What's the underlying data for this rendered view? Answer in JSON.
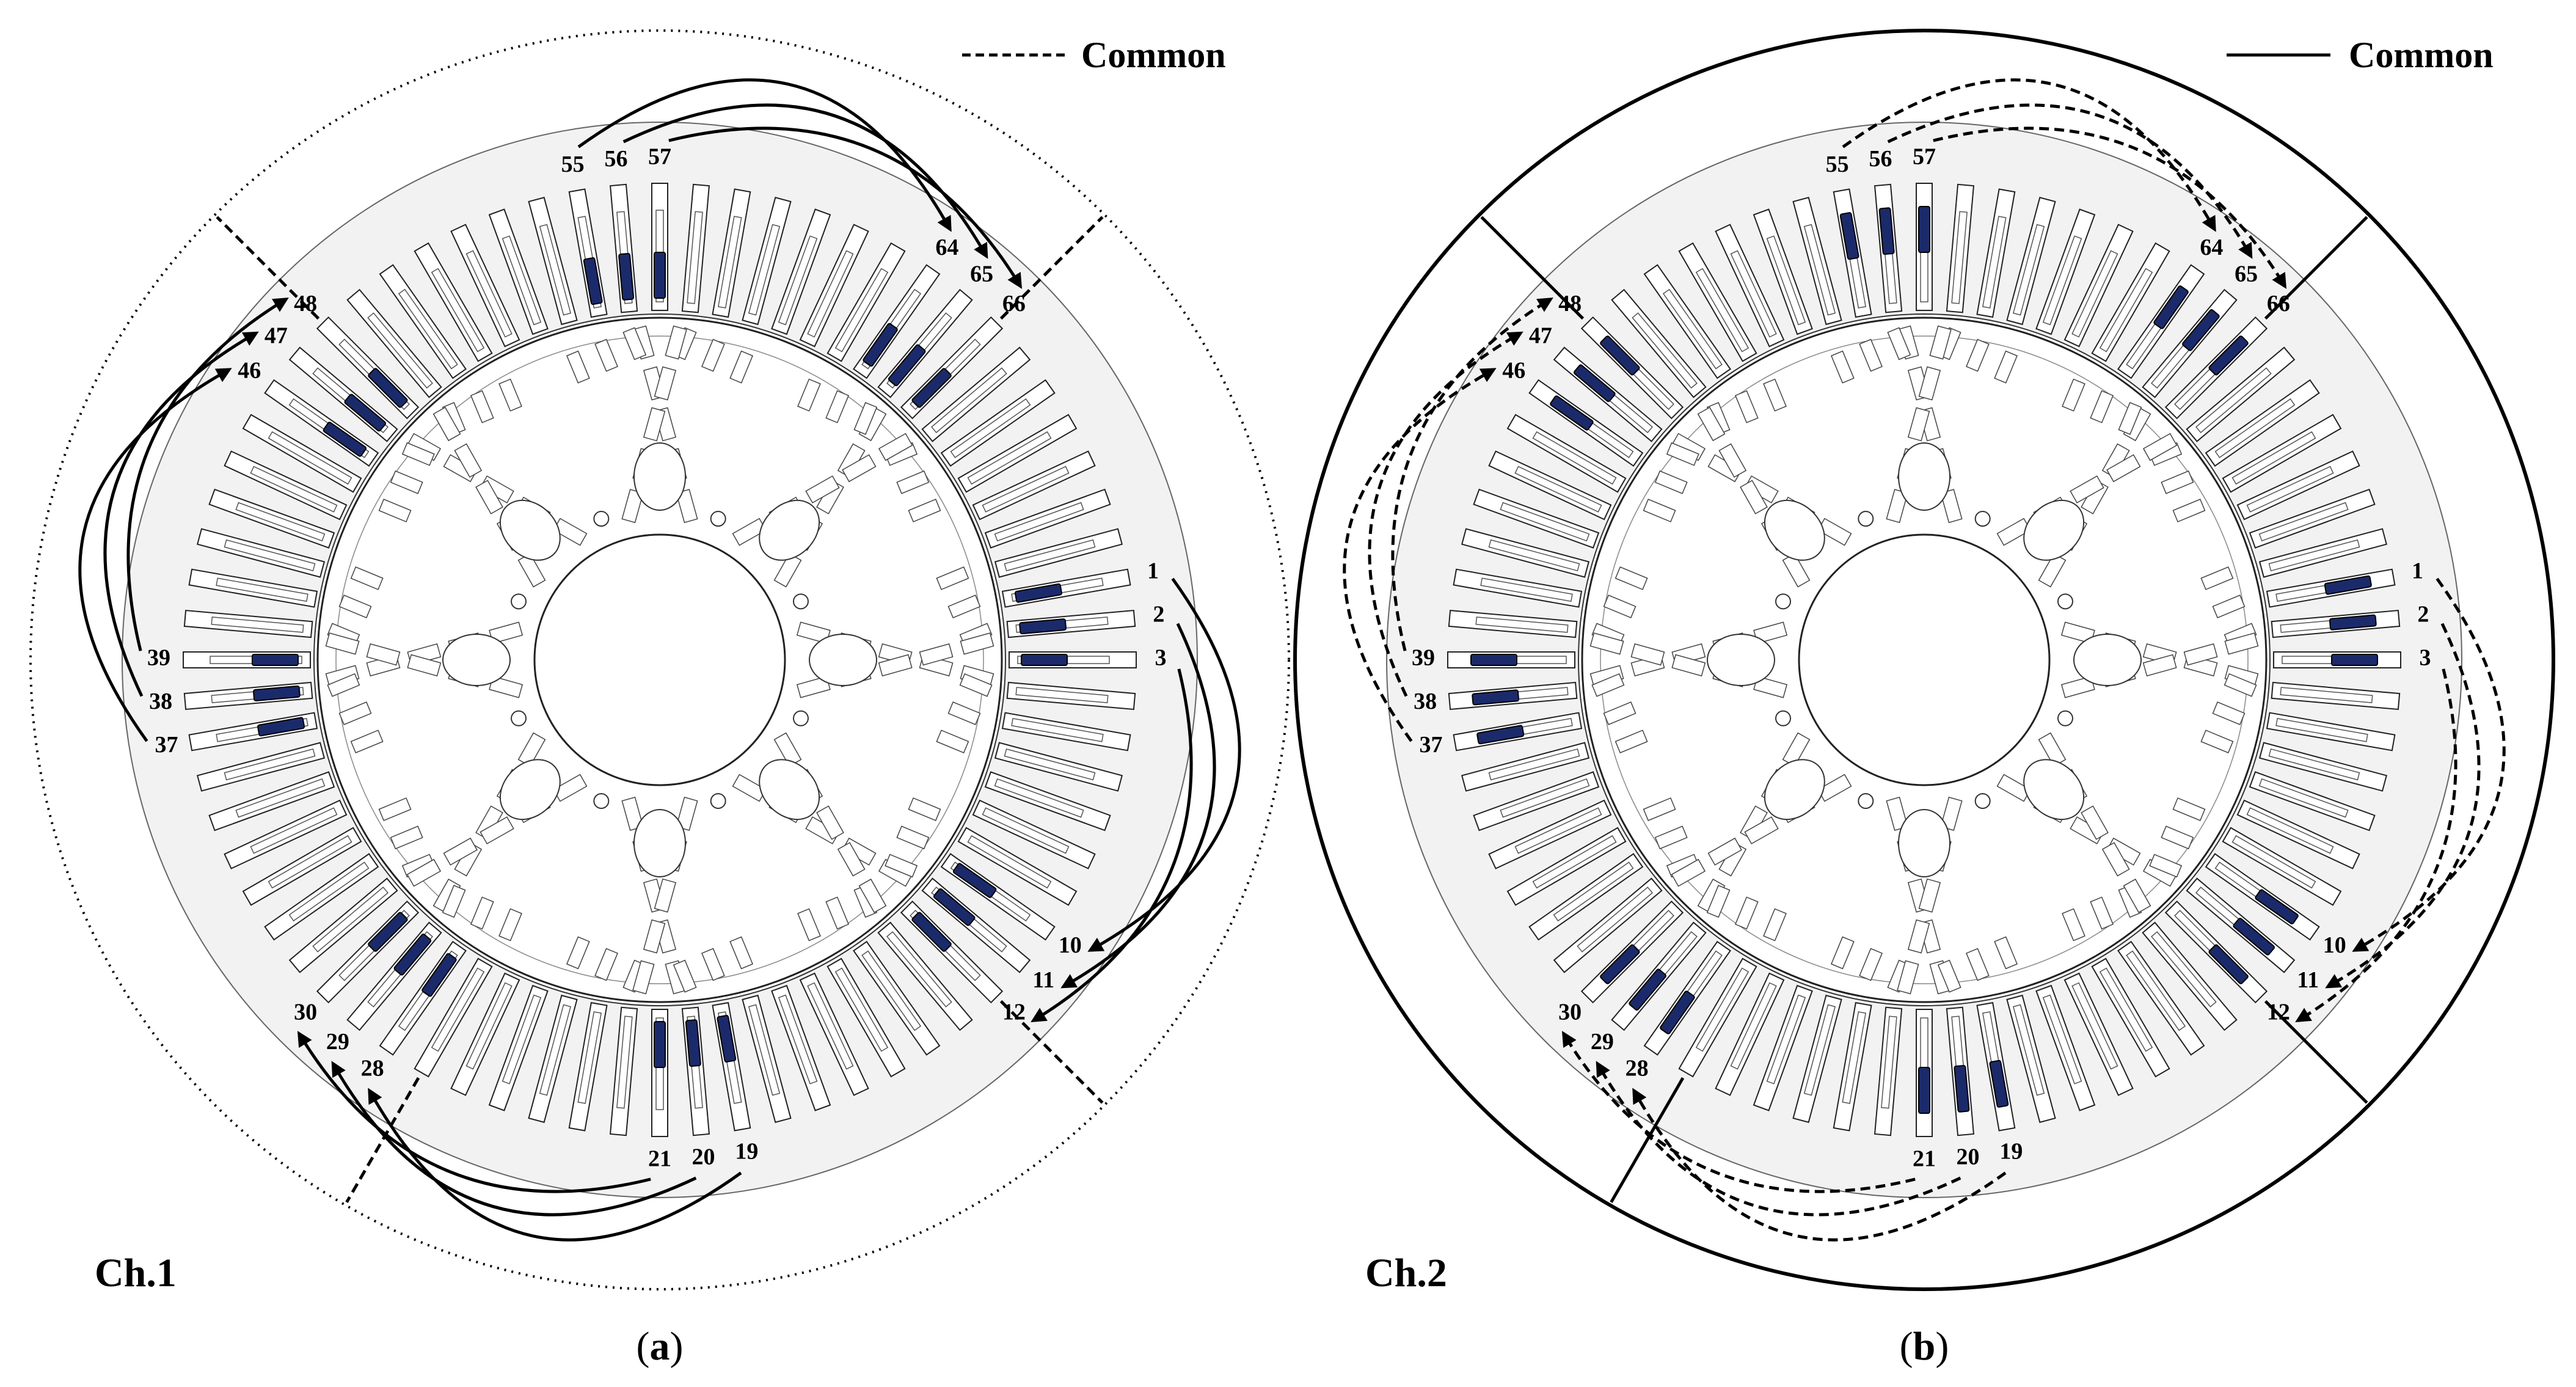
{
  "panels": [
    {
      "id": "a",
      "channel_label": "Ch.1",
      "legend_label": "Common",
      "legend_style": "dashed",
      "boundary_style": "dotted",
      "arc_style": "solid",
      "caption": "a",
      "slot_labels": [
        "1",
        "2",
        "3",
        "10",
        "11",
        "12",
        "19",
        "20",
        "21",
        "28",
        "29",
        "30",
        "37",
        "38",
        "39",
        "46",
        "47",
        "48",
        "55",
        "56",
        "57",
        "64",
        "65",
        "66"
      ]
    },
    {
      "id": "b",
      "channel_label": "Ch.2",
      "legend_label": "Common",
      "legend_style": "solid",
      "boundary_style": "solid",
      "arc_style": "dashed",
      "caption": "b",
      "slot_labels": [
        "1",
        "2",
        "3",
        "10",
        "11",
        "12",
        "19",
        "20",
        "21",
        "28",
        "29",
        "30",
        "37",
        "38",
        "39",
        "46",
        "47",
        "48",
        "55",
        "56",
        "57",
        "64",
        "65",
        "66"
      ]
    }
  ],
  "colors": {
    "stator_fill": "#f2f2f2",
    "highlight_slot": "#1b2a6b",
    "line": "#000000"
  }
}
